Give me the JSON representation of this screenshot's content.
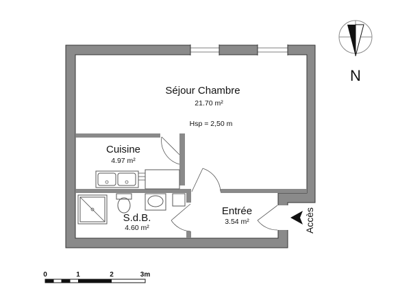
{
  "plan": {
    "rooms": [
      {
        "id": "sejour",
        "name": "Séjour Chambre",
        "area": "21.70 m²"
      },
      {
        "id": "cuisine",
        "name": "Cuisine",
        "area": "4.97 m²"
      },
      {
        "id": "sdb",
        "name": "S.d.B.",
        "area": "4.60 m²"
      },
      {
        "id": "entree",
        "name": "Entrée",
        "area": "3.54 m²"
      }
    ],
    "ceiling_height": "Hsp = 2,50 m",
    "access_label": "Accès",
    "north_label": "N",
    "scale_labels": [
      "0",
      "1",
      "2",
      "3m"
    ]
  }
}
